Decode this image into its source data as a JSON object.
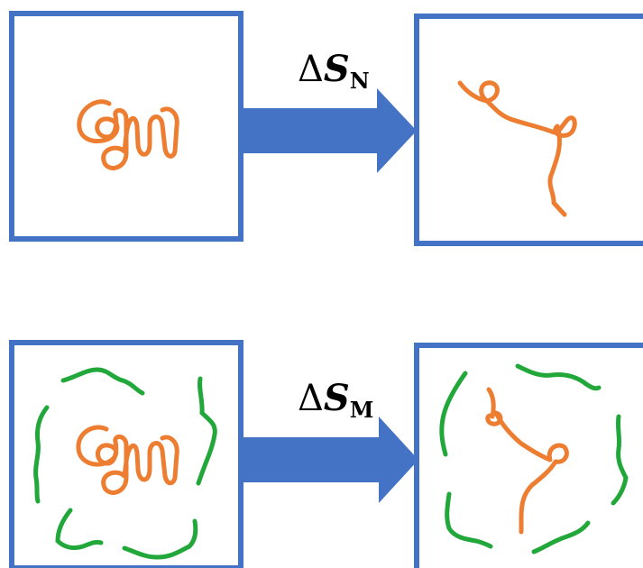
{
  "colors": {
    "box_border": "#4472C4",
    "arrow_fill": "#4472C4",
    "polymer": "#ED7D31",
    "solvent": "#22A83A"
  },
  "transitions": [
    {
      "delta": "Δ",
      "symbol": "S",
      "subscript": "N"
    },
    {
      "delta": "Δ",
      "symbol": "S",
      "subscript": "M"
    }
  ]
}
